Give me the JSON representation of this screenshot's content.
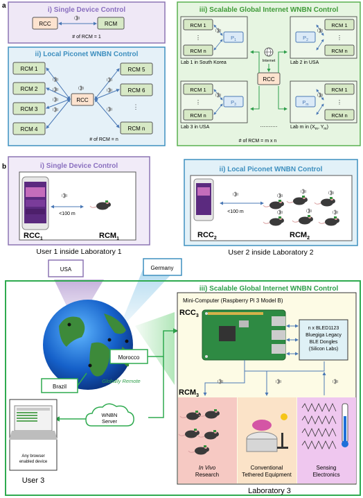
{
  "panel_a": {
    "letter": "a",
    "single": {
      "title": "i) Single Device Control",
      "rcc": "RCC",
      "rcm": "RCM",
      "count": "# of RCM = 1"
    },
    "piconet": {
      "title": "ii) Local Piconet WNBN Control",
      "left": [
        "RCM 1",
        "RCM 2",
        "RCM 3",
        "RCM 4"
      ],
      "right": [
        "RCM 5",
        "RCM 6",
        "RCM n"
      ],
      "center": "RCC",
      "count": "# of RCM = n"
    },
    "global": {
      "title": "iii) Scalable Global Internet WNBN Control",
      "internet": "Internet",
      "rcc": "RCC",
      "rcm_top": "RCM 1",
      "rcm_bottom": "RCM n",
      "labs": [
        {
          "proxy": "P",
          "sub": "1",
          "label": "Lab 1 in South Korea"
        },
        {
          "proxy": "P",
          "sub": "2",
          "label": "Lab 2 in USA"
        },
        {
          "proxy": "P",
          "sub": "3",
          "label": "Lab 3 in USA"
        },
        {
          "proxy": "P",
          "sub": "m",
          "label": "Lab m in (X",
          "label_x": "m",
          "label_mid": ", Y",
          "label_y": "m",
          "label_end": ")"
        }
      ],
      "count": "# of RCM = m x n"
    }
  },
  "panel_b": {
    "letter": "b",
    "single": {
      "title": "i) Single Device Control",
      "range": "<100 m",
      "rcc": "RCC",
      "rcc_sub": "1",
      "rcm": "RCM",
      "rcm_sub": "1",
      "user": "User 1 inside Laboratory 1"
    },
    "piconet": {
      "title": "ii) Local Piconet WNBN Control",
      "range": "<100 m",
      "rcc": "RCC",
      "rcc_sub": "2",
      "rcm": "RCM",
      "rcm_sub": "2",
      "user": "User 2 inside Laboratory 2"
    },
    "locations": {
      "usa": "USA",
      "germany": "Germany",
      "morocco": "Morocco",
      "brazil": "Brazil"
    },
    "globally_remote": "Globally Remote",
    "server": "WNBN Server",
    "device": "Any browser enabled device",
    "user3": "User 3",
    "global": {
      "title": "iii) Scalable Global Internet WNBN Control",
      "computer": "Mini-Computer (Raspberry Pi 3 Model B)",
      "rcc": "RCC",
      "rcc_sub": "3",
      "rcm": "RCM",
      "rcm_sub": "3",
      "dongles": [
        "n x BLED1123",
        "Bluegiga Legacy",
        "BLE Dongles",
        "(Silicon Labs)"
      ],
      "categories": [
        {
          "italic": "In Vivo",
          "text": "Research",
          "color": "#f6c9c3"
        },
        {
          "italic": "",
          "text": "Conventional",
          "text2": "Tethered Equipment",
          "color": "#fbe3c8"
        },
        {
          "italic": "",
          "text": "Sensing",
          "text2": "Electronics",
          "color": "#efc7ef"
        }
      ],
      "lab": "Laboratory 3"
    }
  }
}
